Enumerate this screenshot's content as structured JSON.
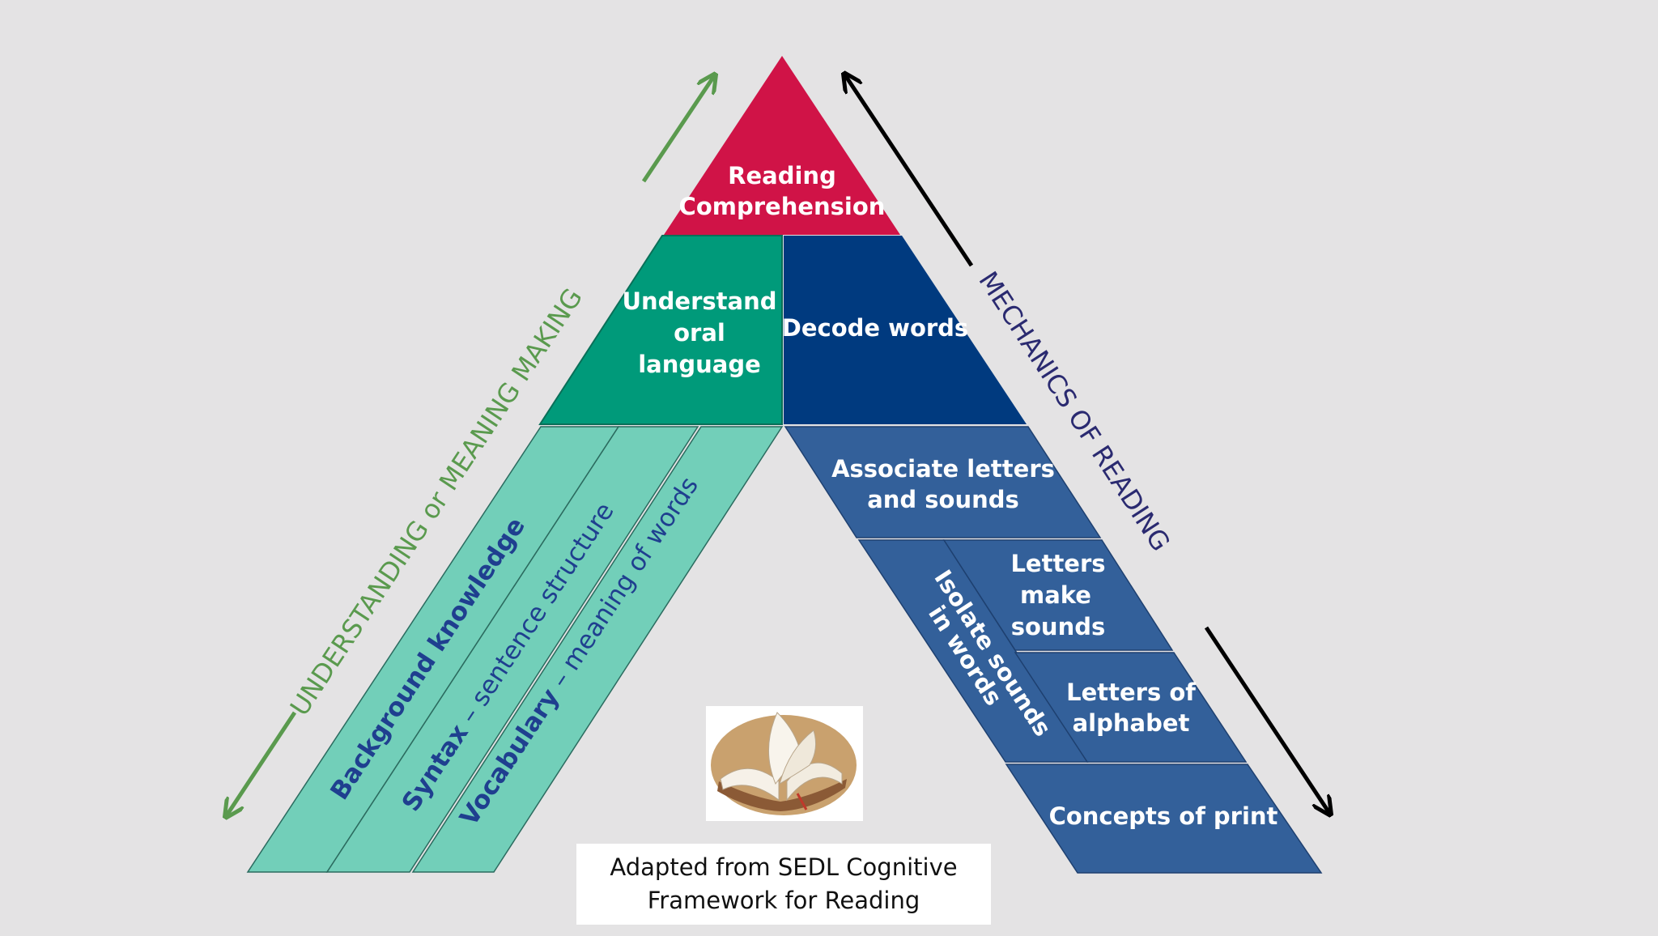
{
  "diagram": {
    "top": {
      "line1": "Reading",
      "line2": "Comprehension"
    },
    "oral_language": {
      "line1": "Understand",
      "line2": "oral",
      "line3": "language"
    },
    "decode": {
      "label": "Decode words"
    },
    "left_strips": {
      "background": {
        "bold": "Background knowledge"
      },
      "syntax": {
        "bold": "Syntax",
        "rest": " – sentence structure"
      },
      "vocabulary": {
        "bold": "Vocabulary",
        "rest": " – meaning of words"
      }
    },
    "right_blocks": {
      "associate": {
        "line1": "Associate letters",
        "line2": "and sounds"
      },
      "isolate": {
        "line1": "Isolate sounds",
        "line2": "in words"
      },
      "letters_make": {
        "line1": "Letters",
        "line2": "make",
        "line3": "sounds"
      },
      "letters_alphabet": {
        "line1": "Letters of",
        "line2": "alphabet"
      },
      "concepts": {
        "label": "Concepts of print"
      }
    },
    "side_labels": {
      "left": {
        "part1": "UNDERSTANDING ",
        "part2": "or",
        "part3": " MEANING MAKING"
      },
      "right": "MECHANICS OF READING"
    },
    "credit": {
      "line1": "Adapted from SEDL Cognitive",
      "line2": "Framework for Reading"
    }
  },
  "colors": {
    "background": "#e4e3e4",
    "top": "#d01347",
    "oral_language": "#009a7a",
    "decode": "#003a7f",
    "left_strip": "#72cfb9",
    "right_block": "#33609a",
    "strip_text": "#1f3f8f",
    "left_arrow": "#5a9a4e",
    "right_label": "#2a2a70",
    "right_arrow": "#000000"
  },
  "icons": {
    "book": "open-book-icon"
  }
}
